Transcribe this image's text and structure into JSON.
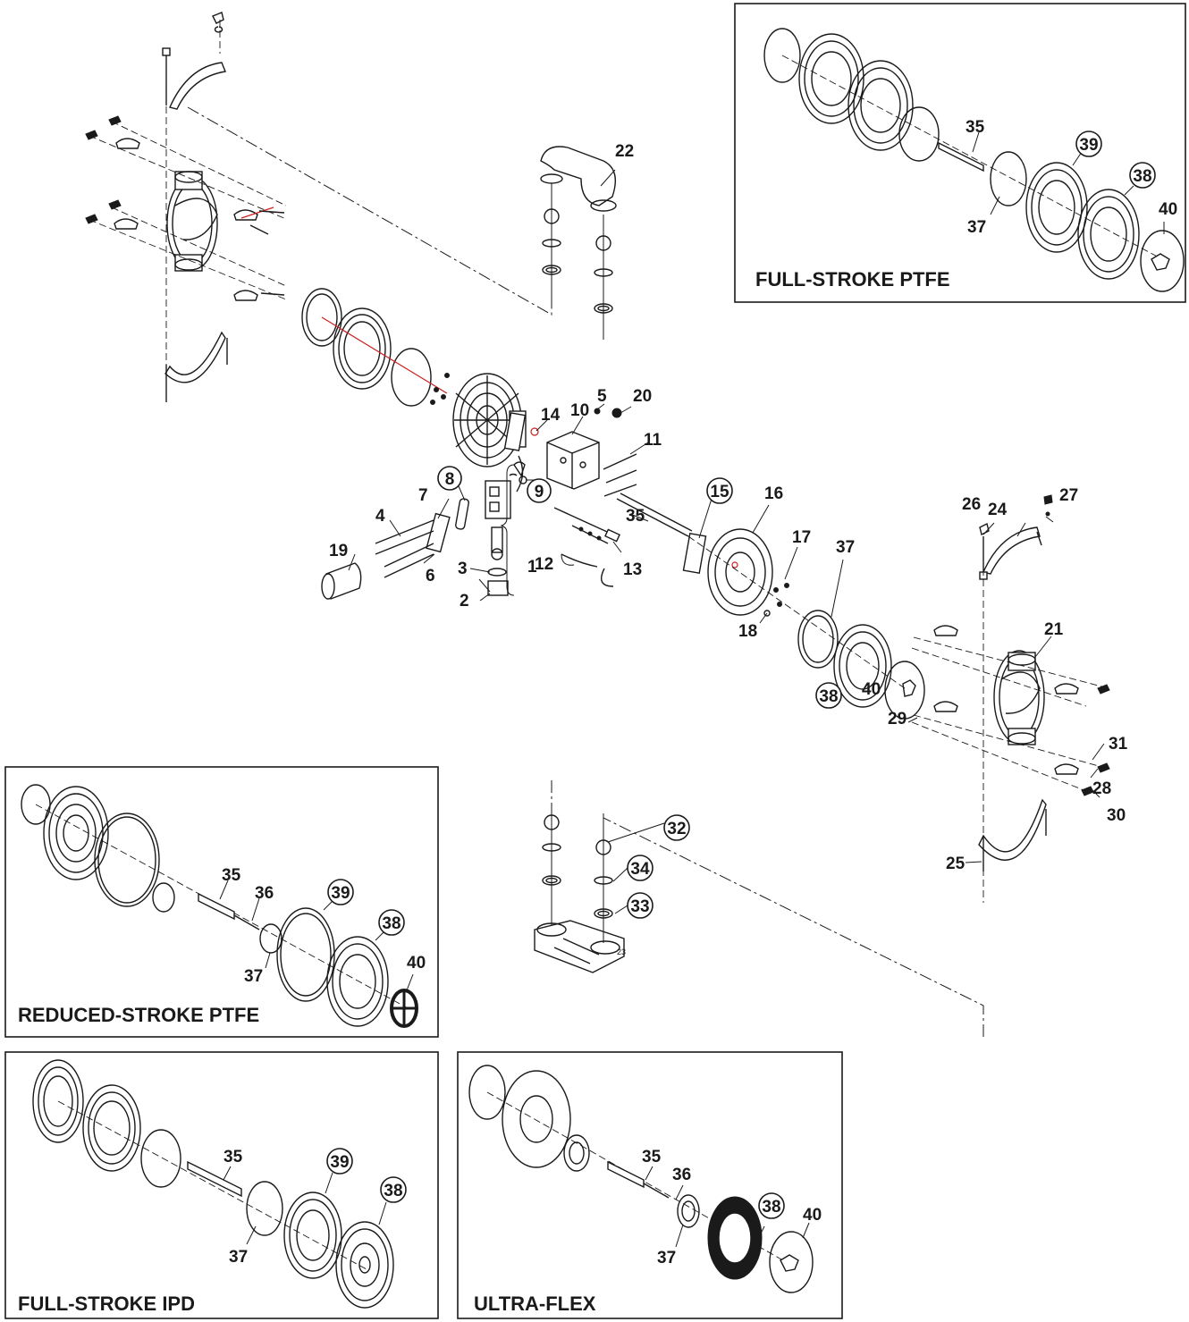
{
  "labels": {
    "p1": "1",
    "p2": "2",
    "p3": "3",
    "p4": "4",
    "p5": "5",
    "p6": "6",
    "p7": "7",
    "p8": "8",
    "p9": "9",
    "p10": "10",
    "p11": "11",
    "p12": "12",
    "p13": "13",
    "p14": "14",
    "p15": "15",
    "p16": "16",
    "p17": "17",
    "p18": "18",
    "p19": "19",
    "p20": "20",
    "p21": "21",
    "p22": "22",
    "p23": "23",
    "p24": "24",
    "p25": "25",
    "p26": "26",
    "p27": "27",
    "p28": "28",
    "p29": "29",
    "p30": "30",
    "p31": "31",
    "p32": "32",
    "p33": "33",
    "p34": "34",
    "p35": "35",
    "p36": "36",
    "p37": "37",
    "p38": "38",
    "p39": "39",
    "p40": "40"
  },
  "insets": {
    "full_stroke_ptfe": {
      "title": "FULL-STROKE PTFE",
      "l35": "35",
      "l37": "37",
      "l38": "38",
      "l39": "39",
      "l40": "40"
    },
    "reduced_stroke_ptfe": {
      "title": "REDUCED-STROKE PTFE",
      "l35": "35",
      "l36": "36",
      "l37": "37",
      "l38": "38",
      "l39": "39",
      "l40": "40"
    },
    "full_stroke_ipd": {
      "title": "FULL-STROKE IPD",
      "l35": "35",
      "l37": "37",
      "l38": "38",
      "l39": "39"
    },
    "ultra_flex": {
      "title": "ULTRA-FLEX",
      "l35": "35",
      "l36": "36",
      "l37": "37",
      "l38": "38",
      "l40": "40"
    }
  }
}
